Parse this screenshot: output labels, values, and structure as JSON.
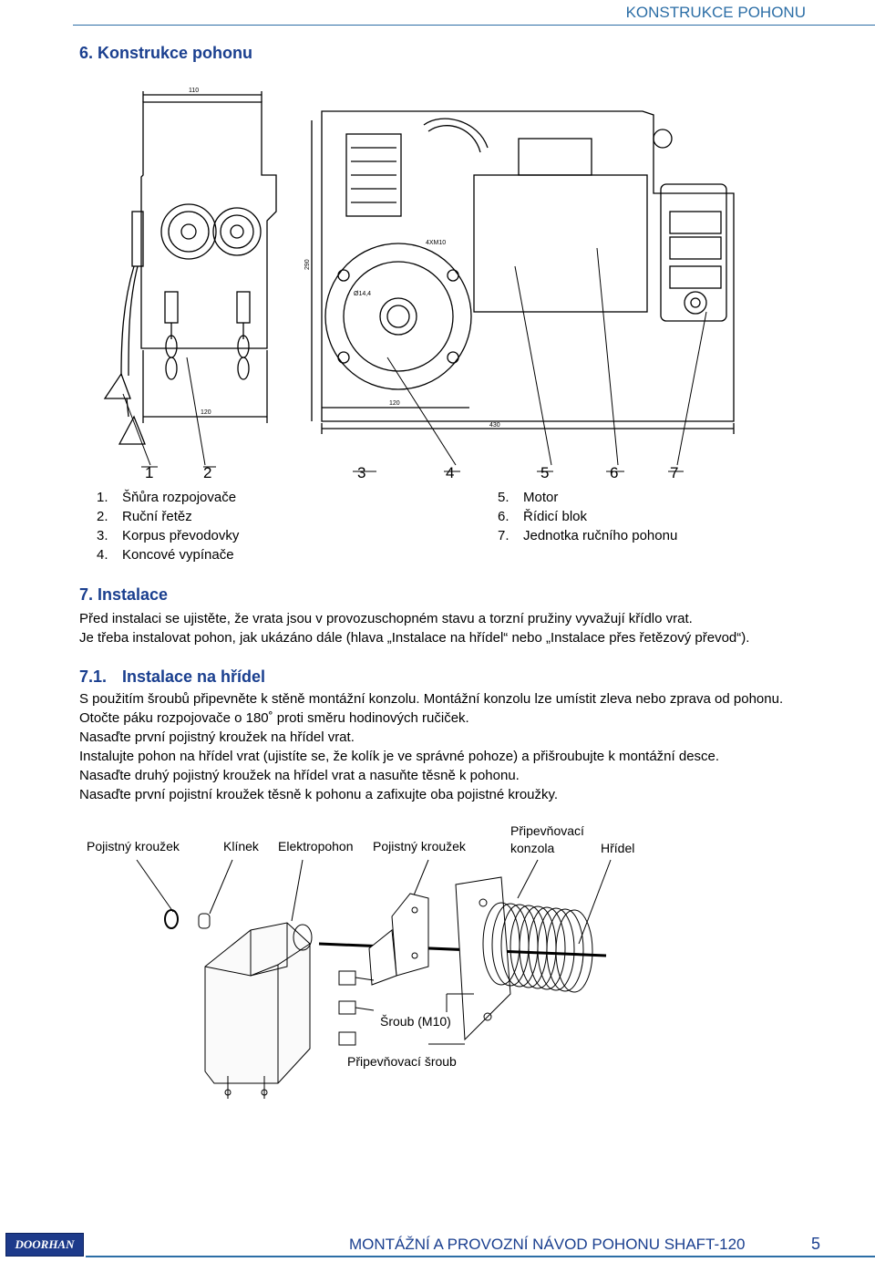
{
  "header": {
    "section_title": "KONSTRUKCE POHONU"
  },
  "section6": {
    "heading": "6. Konstrukce pohonu",
    "drawing": {
      "dimensions": [
        "110",
        "290",
        "120",
        "120",
        "430",
        "4XM10",
        "Ø14,4"
      ],
      "callouts": [
        "1",
        "2",
        "3",
        "4",
        "5",
        "6",
        "7"
      ]
    },
    "legend_left": [
      {
        "num": "1.",
        "label": "Šňůra rozpojovače"
      },
      {
        "num": "2.",
        "label": "Ruční řetěz"
      },
      {
        "num": "3.",
        "label": "Korpus převodovky"
      },
      {
        "num": "4.",
        "label": "Koncové vypínače"
      }
    ],
    "legend_right": [
      {
        "num": "5.",
        "label": "Motor"
      },
      {
        "num": "6.",
        "label": "Řídicí blok"
      },
      {
        "num": "7.",
        "label": "Jednotka ručního pohonu"
      }
    ]
  },
  "section7": {
    "heading": "7. Instalace",
    "paragraphs": [
      "Před instalaci se ujistěte, že vrata jsou v provozuschopném stavu a torzní pružiny vyvažují křídlo vrat.",
      "Je třeba instalovat pohon, jak ukázáno dále (hlava „Instalace na hřídel“ nebo „Instalace přes řetězový převod“)."
    ]
  },
  "section71": {
    "number": "7.1.",
    "title": "Instalace na hřídel",
    "steps": [
      "S použitím šroubů připevněte k stěně montážní konzolu. Montážní konzolu lze umístit zleva nebo zprava od pohonu.",
      "Otočte páku rozpojovače o 180˚ proti směru hodinových ručiček.",
      "Nasaďte první pojistný kroužek na hřídel vrat.",
      "Instalujte pohon na hřídel vrat (ujistíte se, že kolík je ve správné pohoze) a přišroubujte k montážní desce.",
      "Nasaďte druhý pojistný kroužek na hřídel vrat a nasuňte těsně k pohonu.",
      "Nasaďte první pojistní kroužek těsně k pohonu a zafixujte oba pojistné kroužky."
    ]
  },
  "assembly": {
    "labels": {
      "ring1": "Pojistný kroužek",
      "key": "Klínek",
      "drive": "Elektropohon",
      "ring2": "Pojistný kroužek",
      "bracket_line1": "Připevňovací",
      "bracket_line2": "konzola",
      "shaft": "Hřídel",
      "bolt": "Šroub (M10)",
      "mount_bolt": "Připevňovací šroub"
    }
  },
  "footer": {
    "logo_text": "DOORHAN",
    "title": "MONTÁŽNÍ A PROVOZNÍ NÁVOD POHONU SHAFT-120",
    "page": "5"
  },
  "colors": {
    "accent": "#2c6ea6",
    "heading": "#1a3f8f",
    "logo_bg": "#1d3a8a"
  }
}
